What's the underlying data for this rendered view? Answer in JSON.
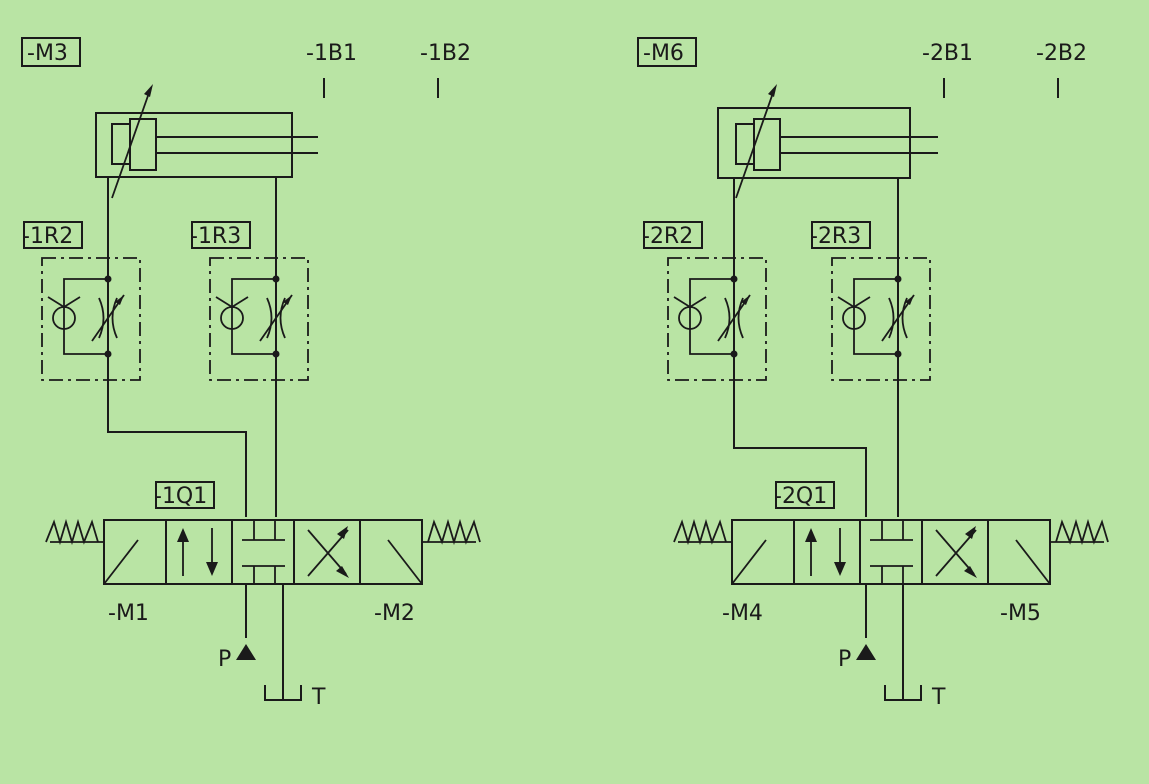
{
  "circuit1": {
    "cylinder_tag": "-M3",
    "sensor_b1": "-1B1",
    "sensor_b2": "-1B2",
    "throttle_r2_tag": "-1R2",
    "throttle_r3_tag": "-1R3",
    "valve_tag": "-1Q1",
    "solenoid_left": "-M1",
    "solenoid_right": "-M2",
    "port_p": "P",
    "port_t": "T"
  },
  "circuit2": {
    "cylinder_tag": "-M6",
    "sensor_b1": "-2B1",
    "sensor_b2": "-2B2",
    "throttle_r2_tag": "-2R2",
    "throttle_r3_tag": "-2R3",
    "valve_tag": "-2Q1",
    "solenoid_left": "-M4",
    "solenoid_right": "-M5",
    "port_p": "P",
    "port_t": "T"
  },
  "colors": {
    "background": "#b9e4a4",
    "ink": "#1a1a1a"
  }
}
